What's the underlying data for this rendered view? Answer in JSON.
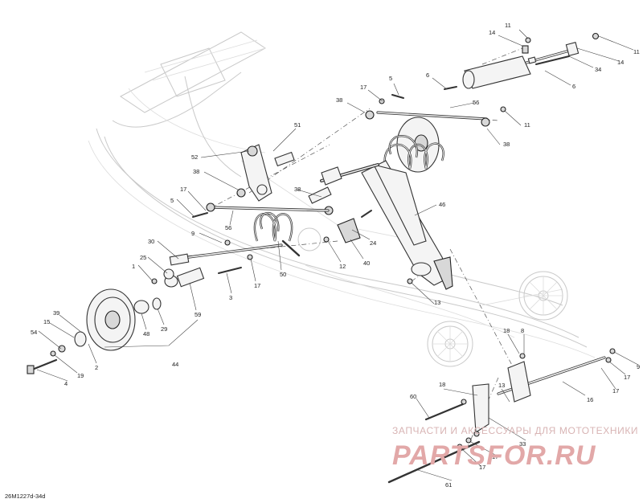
{
  "diagram": {
    "reference_code": "26M1227d-34d",
    "watermark_tagline": "ЗАПЧАСТИ И АКСЕССУАРЫ ДЛЯ МОТОТЕХНИКИ",
    "watermark_brand": "PARTSFOR.RU",
    "callouts": [
      {
        "label": "11"
      },
      {
        "label": "14"
      },
      {
        "label": "11"
      },
      {
        "label": "14"
      },
      {
        "label": "34"
      },
      {
        "label": "6"
      },
      {
        "label": "6"
      },
      {
        "label": "5"
      },
      {
        "label": "17"
      },
      {
        "label": "38"
      },
      {
        "label": "56"
      },
      {
        "label": "11"
      },
      {
        "label": "38"
      },
      {
        "label": "51"
      },
      {
        "label": "52"
      },
      {
        "label": "38"
      },
      {
        "label": "17"
      },
      {
        "label": "5"
      },
      {
        "label": "38"
      },
      {
        "label": "56"
      },
      {
        "label": "9"
      },
      {
        "label": "24"
      },
      {
        "label": "46"
      },
      {
        "label": "30"
      },
      {
        "label": "25"
      },
      {
        "label": "1"
      },
      {
        "label": "12"
      },
      {
        "label": "40"
      },
      {
        "label": "50"
      },
      {
        "label": "3"
      },
      {
        "label": "17"
      },
      {
        "label": "59"
      },
      {
        "label": "13"
      },
      {
        "label": "39"
      },
      {
        "label": "15"
      },
      {
        "label": "54"
      },
      {
        "label": "48"
      },
      {
        "label": "29"
      },
      {
        "label": "2"
      },
      {
        "label": "44"
      },
      {
        "label": "4"
      },
      {
        "label": "19"
      },
      {
        "label": "18"
      },
      {
        "label": "8"
      },
      {
        "label": "9"
      },
      {
        "label": "17"
      },
      {
        "label": "17"
      },
      {
        "label": "18"
      },
      {
        "label": "13"
      },
      {
        "label": "16"
      },
      {
        "label": "60"
      },
      {
        "label": "33"
      },
      {
        "label": "17"
      },
      {
        "label": "17"
      },
      {
        "label": "61"
      }
    ]
  }
}
